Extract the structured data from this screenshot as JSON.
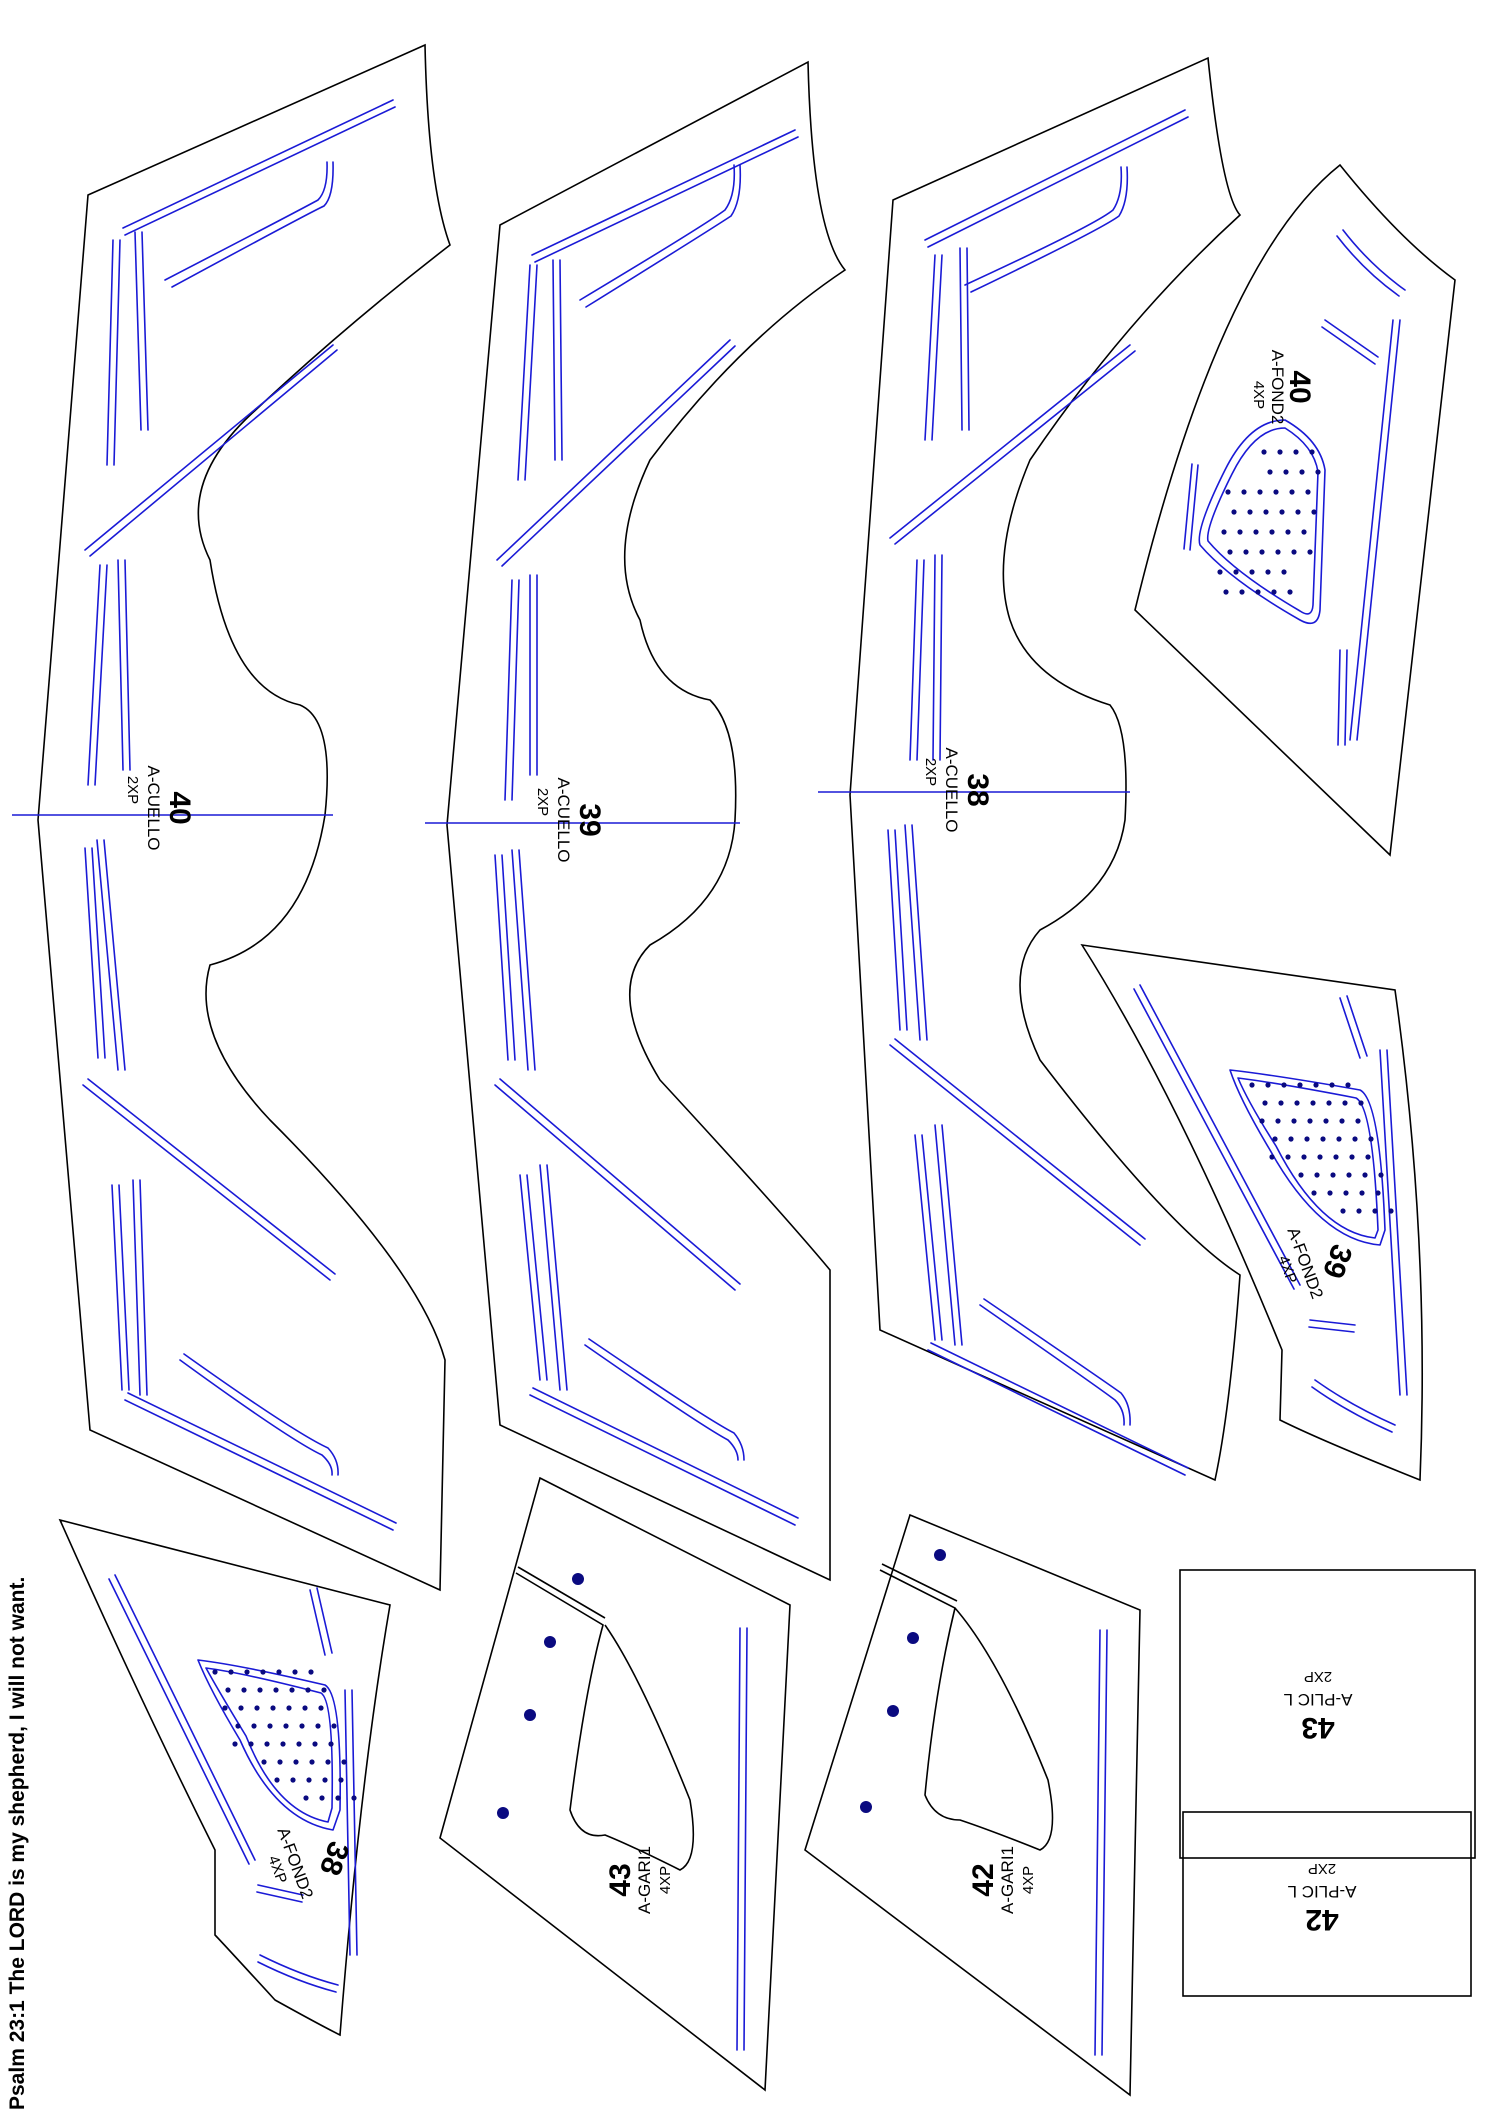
{
  "footer": {
    "verse": "Psalm 23:1 The LORD is my shepherd, I will not want."
  },
  "pieces": {
    "cuello40": {
      "num": "40",
      "code": "A-CUELLO",
      "qty": "2XP"
    },
    "cuello39": {
      "num": "39",
      "code": "A-CUELLO",
      "qty": "2XP"
    },
    "cuello38": {
      "num": "38",
      "code": "A-CUELLO",
      "qty": "2XP"
    },
    "fond40": {
      "num": "40",
      "code": "A-FOND2",
      "qty": "4XP"
    },
    "fond39": {
      "num": "39",
      "code": "A-FOND2",
      "qty": "4XP"
    },
    "fond38": {
      "num": "38",
      "code": "A-FOND2",
      "qty": "4XP"
    },
    "gari43": {
      "num": "43",
      "code": "A-GARI1",
      "qty": "4XP"
    },
    "gari42": {
      "num": "42",
      "code": "A-GARI1",
      "qty": "4XP"
    },
    "plic43": {
      "num": "43",
      "code": "A-PLIC L",
      "qty": "2XP"
    },
    "plic42": {
      "num": "42",
      "code": "A-PLIC L",
      "qty": "2XP"
    }
  },
  "colors": {
    "outline": "#000000",
    "seam": "#1a1ad6",
    "perforation": "#0a0a80"
  }
}
